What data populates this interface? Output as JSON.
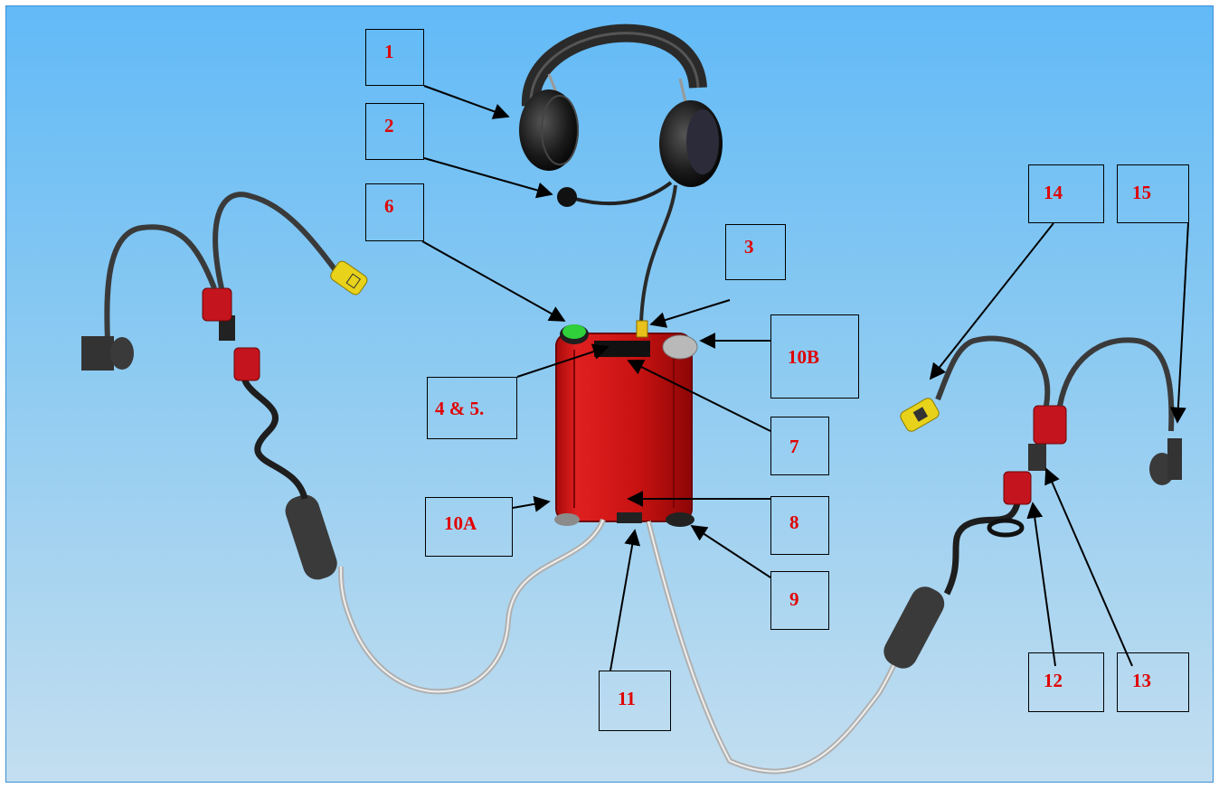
{
  "labels": {
    "l1": "1",
    "l2": "2",
    "l3": "3",
    "l45": "4 & 5.",
    "l6": "6",
    "l7": "7",
    "l8": "8",
    "l9": "9",
    "l10a": "10A",
    "l10b": "10B",
    "l11": "11",
    "l12": "12",
    "l13": "13",
    "l14": "14",
    "l15": "15"
  },
  "colors": {
    "label_text": "#e00000",
    "body": "#cc1010",
    "connector_red": "#c4141e",
    "plug_yellow": "#e8d21a",
    "button_green": "#2fd03a",
    "background_top": "#62baf7",
    "background_bottom": "#c3def0"
  },
  "parts": [
    "headset-ear-cup-icon",
    "boom-microphone-icon",
    "headset-jack-icon",
    "control-unit-icon",
    "push-to-talk-cable-icon",
    "yellow-plug-icon",
    "red-connector-icon",
    "ear-piece-icon"
  ]
}
